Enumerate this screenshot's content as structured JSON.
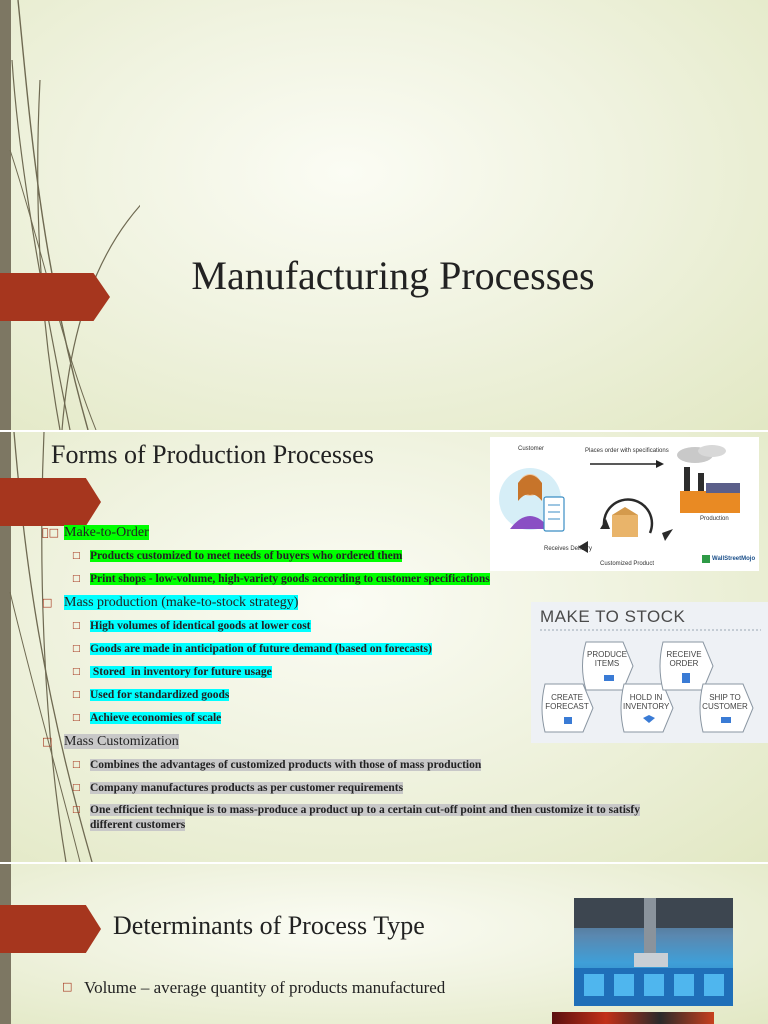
{
  "slides": {
    "slide1": {
      "title": "Manufacturing Processes"
    },
    "slide2": {
      "title": "Forms of Production Processes",
      "bullets": [
        {
          "level": 1,
          "text": "Make-to-Order",
          "highlight": "green"
        },
        {
          "level": 2,
          "text": "Products customized to meet needs of buyers who ordered them",
          "highlight": "green"
        },
        {
          "level": 2,
          "text": "Print shops - low-volume, high-variety goods according to customer specifications",
          "highlight": "green"
        },
        {
          "level": 1,
          "text": "Mass production (make-to-stock strategy)",
          "highlight": "cyan"
        },
        {
          "level": 2,
          "text": "High volumes of identical goods at lower cost",
          "highlight": "cyan"
        },
        {
          "level": 2,
          "text": "Goods are made in anticipation of future demand (based on forecasts)",
          "highlight": "cyan"
        },
        {
          "level": 2,
          "text": " Stored  in inventory for future usage",
          "highlight": "cyan"
        },
        {
          "level": 2,
          "text": "Used for standardized goods",
          "highlight": "cyan"
        },
        {
          "level": 2,
          "text": "Achieve economies of scale",
          "highlight": "cyan"
        },
        {
          "level": 1,
          "text": "Mass Customization",
          "highlight": "gray"
        },
        {
          "level": 2,
          "text": "Combines the advantages of customized products with those of mass production",
          "highlight": "gray"
        },
        {
          "level": 2,
          "text": "Company manufactures products as per customer requirements",
          "highlight": "gray"
        },
        {
          "level": 2,
          "text": "One efficient technique is to mass-produce a product up to a certain cut-off point and then customize it to satisfy different customers",
          "highlight": "gray"
        }
      ],
      "mto_diagram": {
        "customer": "Customer",
        "places_order": "Places order with specifications",
        "production": "Production",
        "receives_delivery": "Receives Delivery",
        "customized_product": "Customized Product",
        "brand": "WallStreetMojo"
      },
      "mts_diagram": {
        "title": "MAKE TO STOCK",
        "steps": [
          "CREATE FORECAST",
          "PRODUCE ITEMS",
          "HOLD IN INVENTORY",
          "RECEIVE ORDER",
          "SHIP TO CUSTOMER"
        ]
      }
    },
    "slide3": {
      "title": "Determinants of Process Type",
      "bullet": "Volume – average quantity of products manufactured"
    }
  },
  "colors": {
    "accent_tab": "#a6361e",
    "left_bar": "#7d7763",
    "highlight_green": "#00ff00",
    "highlight_cyan": "#00ffff",
    "highlight_gray": "#c8c8c8"
  },
  "icons": {
    "bullet_marker": "missing-glyph-box"
  }
}
